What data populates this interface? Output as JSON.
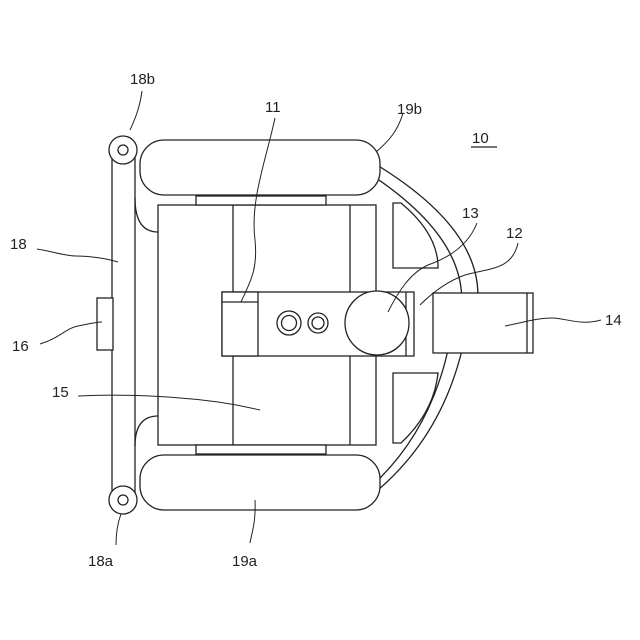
{
  "labels": {
    "figure_number": "10",
    "mainboard": "11",
    "lens_barrel": "12",
    "sensor": "13",
    "prism": "14",
    "body": "15",
    "connector": "16",
    "frame": "18",
    "pivot_bottom": "18a",
    "pivot_top": "18b",
    "roller_bottom": "19a",
    "roller_top": "19b"
  }
}
